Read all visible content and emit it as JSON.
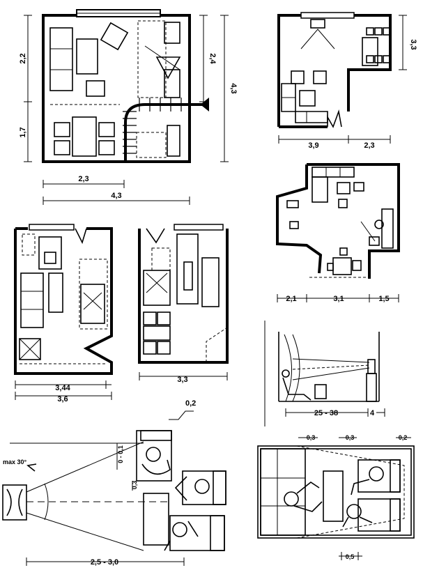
{
  "plan1": {
    "dim_left_top": "2,2",
    "dim_left_bottom": "1,7",
    "dim_right_top": "2,4",
    "dim_right_full": "4,3",
    "dim_bottom_part": "2,3",
    "dim_bottom_full": "4,3"
  },
  "plan2": {
    "dim_right": "3,3",
    "dim_bottom_left": "3,9",
    "dim_bottom_right": "2,3"
  },
  "plan3": {
    "dim_a": "2,1",
    "dim_b": "3,1",
    "dim_c": "1,5"
  },
  "plan4": {
    "dim_inner": "3,44",
    "dim_outer": "3,6"
  },
  "plan5": {
    "dim_width": "3,3"
  },
  "step": {
    "dim": "0,2"
  },
  "screen": {
    "dim_range": "25 - 38",
    "dim_depth": "4"
  },
  "tv": {
    "angle": "max 30°",
    "dim_a": "0 - 0,1",
    "dim_b": "0,3",
    "dim_range": "2,5 - 3,0"
  },
  "seating": {
    "dim_a": "0,3",
    "dim_b": "0,3",
    "dim_c": "0,2",
    "dim_bottom": "0,5"
  }
}
